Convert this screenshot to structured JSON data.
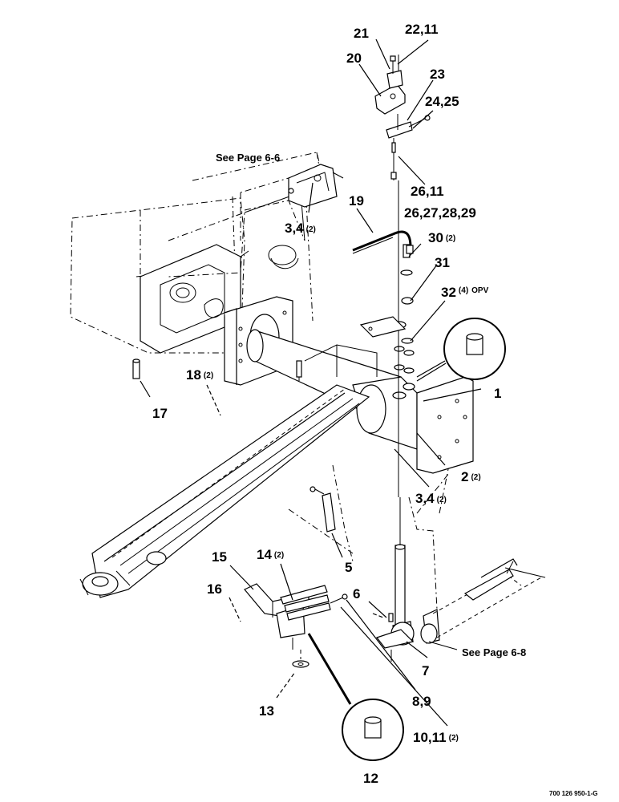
{
  "callouts": [
    {
      "id": "c21",
      "text": "21"
    },
    {
      "id": "c22",
      "text": "22,11"
    },
    {
      "id": "c20",
      "text": "20"
    },
    {
      "id": "c23",
      "text": "23"
    },
    {
      "id": "c24",
      "text": "24,25"
    },
    {
      "id": "c26a",
      "text": "26,11"
    },
    {
      "id": "c26b",
      "text": "26,27,28,29"
    },
    {
      "id": "c19",
      "text": "19"
    },
    {
      "id": "c30",
      "text": "30",
      "qty": "(2)"
    },
    {
      "id": "c31",
      "text": "31"
    },
    {
      "id": "c32",
      "text": "32",
      "qty": "(4)",
      "note": "OPV"
    },
    {
      "id": "c34top",
      "text": "3,4",
      "qty": "(2)"
    },
    {
      "id": "c1",
      "text": "1"
    },
    {
      "id": "c18",
      "text": "18",
      "qty": "(2)"
    },
    {
      "id": "c17",
      "text": "17"
    },
    {
      "id": "c2",
      "text": "2",
      "qty": "(2)"
    },
    {
      "id": "c34mid",
      "text": "3,4",
      "qty": "(2)"
    },
    {
      "id": "c5",
      "text": "5"
    },
    {
      "id": "c15",
      "text": "15"
    },
    {
      "id": "c14",
      "text": "14",
      "qty": "(2)"
    },
    {
      "id": "c16",
      "text": "16"
    },
    {
      "id": "c6",
      "text": "6"
    },
    {
      "id": "c7",
      "text": "7"
    },
    {
      "id": "c89",
      "text": "8,9"
    },
    {
      "id": "c13",
      "text": "13"
    },
    {
      "id": "c1011",
      "text": "10,11",
      "qty": "(2)"
    },
    {
      "id": "c12",
      "text": "12"
    }
  ],
  "page_refs": {
    "top": "See Page 6-6",
    "right": "See Page 6-8"
  },
  "drawing_number": "700 126 950-1-G"
}
